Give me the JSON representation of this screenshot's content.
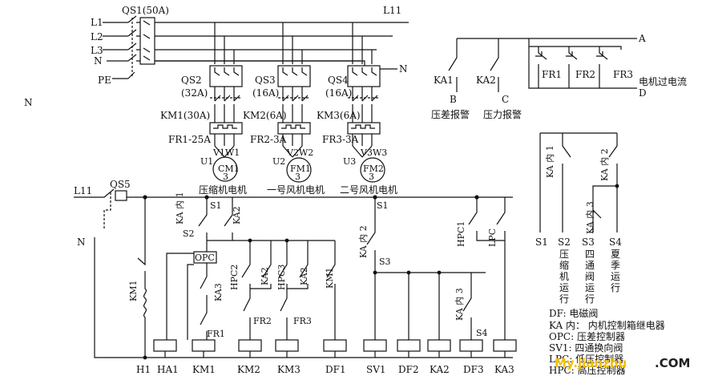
{
  "supply": {
    "L1": "L1",
    "L2": "L2",
    "L3": "L3",
    "N": "N",
    "PE": "PE",
    "QS1": "QS1(50A)",
    "L11": "L11",
    "N_right": "N",
    "N_left": "N"
  },
  "switches": {
    "QS2": "QS2",
    "QS2_rating": "(32A)",
    "QS3": "QS3",
    "QS3_rating": "(16A)",
    "QS4": "QS4",
    "QS4_rating": "(16A)"
  },
  "contactors": {
    "KM1": "KM1(30A)",
    "KM2": "KM2(6A)",
    "KM3": "KM3(6A)"
  },
  "overloads": {
    "FR1": "FR1-25A",
    "FR2": "FR2-3A",
    "FR3": "FR3-3A"
  },
  "motors": {
    "CM1": "CM1",
    "FM1": "FM1",
    "FM2": "FM2",
    "CM1_label": "压缩机电机",
    "FM1_label": "一号风机电机",
    "FM2_label": "二号风机电机",
    "phase": "3",
    "U1": "U1",
    "V1W1": "V1W1",
    "U2": "U2",
    "V2W2": "V2W2",
    "U3": "U3",
    "V3W3": "V3W3"
  },
  "alarm": {
    "A": "A",
    "B": "B",
    "C": "C",
    "D": "D",
    "KA1": "KA1",
    "KA2": "KA2",
    "FR1": "FR1",
    "FR2": "FR2",
    "FR3": "FR3",
    "B_label": "压差报警",
    "C_label": "压力报警",
    "overcurrent": "电机过电流"
  },
  "control": {
    "L11": "L11",
    "QS5": "QS5",
    "N": "N",
    "S1": "S1",
    "S2": "S2",
    "S3": "S3",
    "S4": "S4",
    "KA_in_1": "KA 内 1",
    "KA2": "KA2",
    "OPC": "OPC",
    "KM1": "KM1",
    "KA3": "KA3",
    "HPC2": "HPC2",
    "HPC3": "HPC3",
    "KA2_b": "KA2",
    "KA2_c": "KA2",
    "KM1_b": "KM1",
    "FR1": "FR1",
    "FR2": "FR2",
    "FR3": "FR3",
    "KA_in_2": "KA 内 2",
    "KA_in_3": "KA 内 3",
    "HPC1": "HPC1",
    "LPC": "LPC"
  },
  "coils": [
    "H1",
    "HA1",
    "KM1",
    "KM2",
    "KM3",
    "DF1",
    "SV1",
    "DF2",
    "KA2",
    "DF3",
    "KA3"
  ],
  "selector": {
    "KA_in_1": "KA 内 1",
    "KA_in_2": "KA 内 2",
    "KA_in_3": "KA 内 3",
    "S1": "S1",
    "S2": "S2",
    "S3": "S3",
    "S4": "S4",
    "S2_desc": [
      "压",
      "缩",
      "机",
      "运",
      "行"
    ],
    "S3_desc": [
      "四",
      "通",
      "阀",
      "运",
      "行"
    ],
    "S4_desc": [
      "夏",
      "季",
      "运",
      "行"
    ]
  },
  "legend": [
    "DF: 电磁阀",
    "KA 内： 内机控制箱继电器",
    "OPC: 压差控制器",
    "SV1: 四通换向阀",
    "LPC: 低压控制器",
    "HPC: 高压控制器"
  ],
  "watermark": {
    "main": "My.jianzhu",
    "suffix": ".COM"
  }
}
